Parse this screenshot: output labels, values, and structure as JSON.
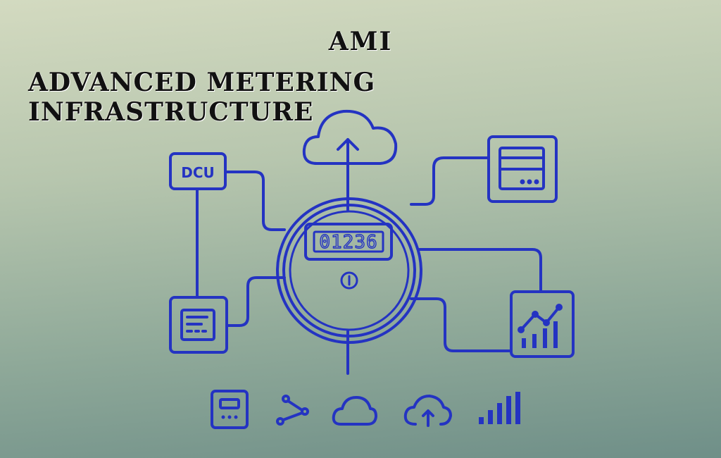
{
  "header": {
    "line1": "AMI",
    "line2": "ADVANCED METERING INFRASTRUCTURE"
  },
  "meter": {
    "display": "01236"
  },
  "labels": {
    "dcu": "DCU"
  },
  "colors": {
    "stroke": "#2433c2",
    "background_top": "#d3dac0",
    "background_bottom": "#6f8f88",
    "text": "#111111"
  },
  "icons": [
    "cloud-upload-icon",
    "dcu-box-icon",
    "browser-window-icon",
    "smart-meter-icon",
    "display-panel-icon",
    "growth-chart-icon",
    "meter-device-icon",
    "network-nodes-icon",
    "cloud-icon",
    "cloud-upload-small-icon",
    "signal-bars-icon"
  ]
}
